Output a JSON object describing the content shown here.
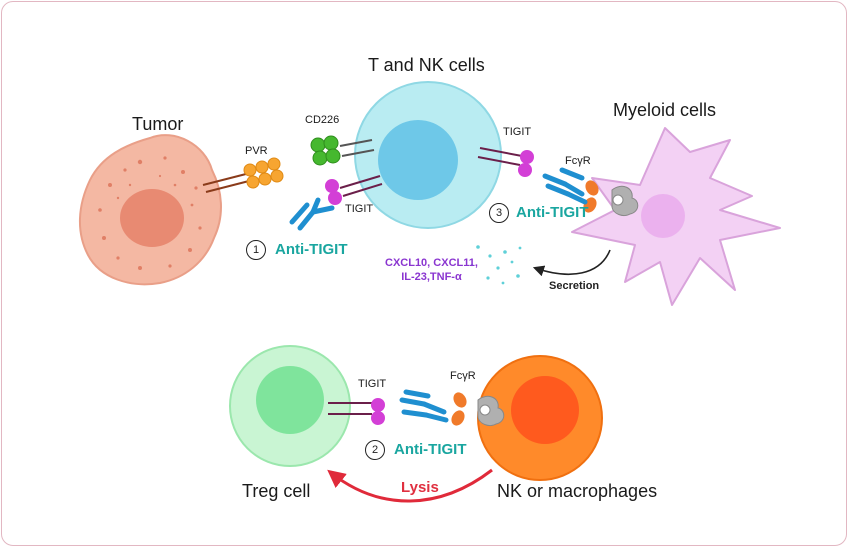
{
  "labels": {
    "tumor": "Tumor",
    "t_nk_cells": "T and NK cells",
    "myeloid_cells": "Myeloid cells",
    "pvr": "PVR",
    "cd226": "CD226",
    "tigit_a": "TIGIT",
    "tigit_b": "TIGIT",
    "tigit_c": "TIGIT",
    "fcgr_a": "FcγR",
    "fcgr_b": "FcγR",
    "anti_tigit_1": "Anti-TIGIT",
    "anti_tigit_2": "Anti-TIGIT",
    "anti_tigit_3": "Anti-TIGIT",
    "num_1": "1",
    "num_2": "2",
    "num_3": "3",
    "cytokines_line1": "CXCL10, CXCL11,",
    "cytokines_line2": "IL-23,TNF-α",
    "secretion": "Secretion",
    "treg": "Treg cell",
    "nk_macrophages": "NK or macrophages",
    "lysis": "Lysis"
  },
  "colors": {
    "tumor": "#f4b8a3",
    "tumor_nucleus": "#e88a72",
    "t_cell": "#b9ecf2",
    "t_cell_nucleus": "#6ec8e8",
    "myeloid": "#f3d1f4",
    "myeloid_nucleus": "#ebb1ee",
    "treg": "#c9f5d3",
    "treg_nucleus": "#7fe49c",
    "nk": "#ff8a2a",
    "nk_nucleus": "#ff5a1e",
    "pvr": "#f7a531",
    "cd226": "#46b82f",
    "tigit": "#d33fd6",
    "antibody": "#1f8fd0",
    "fcgr": "#f07a2a",
    "teal": "#1aa6a0",
    "lysis_arrow": "#e02a3a"
  }
}
